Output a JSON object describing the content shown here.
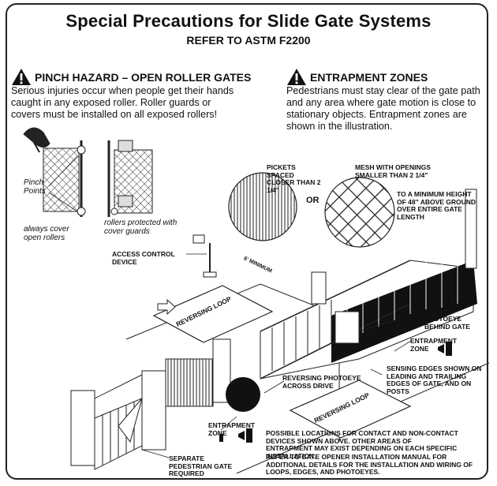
{
  "header": {
    "title": "Special Precautions for Slide Gate Systems",
    "subtitle": "REFER TO ASTM F2200"
  },
  "pinch": {
    "heading": "PINCH HAZARD – OPEN ROLLER GATES",
    "body": "Serious injuries occur when people get their hands caught in any exposed roller. Roller guards or covers must be installed on all exposed rollers!",
    "pinch_points": "Pinch Points",
    "caption_left": "always cover open rollers",
    "caption_right": "rollers protected with cover guards"
  },
  "entrapment": {
    "heading": "ENTRAPMENT ZONES",
    "body": "Pedestrians must stay clear of the gate path and any area where gate motion is close to stationary objects. Entrapment zones are shown in the illustration."
  },
  "labels": {
    "pickets": "PICKETS SPACED CLOSER THAN 2 1/4\"",
    "or": "OR",
    "mesh": "MESH WITH OPENINGS SMALLER THAN 2 1/4\"",
    "height": "TO A MINIMUM HEIGHT OF 48\" ABOVE GROUND OVER ENTIRE GATE LENGTH",
    "access": "ACCESS CONTROL DEVICE",
    "distance": "6' MINIMUM",
    "photoeye_behind": "PHOTOEYE BEHIND GATE",
    "entrapment_zone_right": "ENTRAPMENT ZONE",
    "sensing_edges": "SENSING EDGES SHOWN ON LEADING AND TRAILING EDGES OF GATE, AND ON POSTS",
    "reversing_loop_1": "REVERSING LOOP",
    "reversing_loop_2": "REVERSING LOOP",
    "reversing_photoeye": "REVERSING PHOTOEYE ACROSS DRIVE",
    "entrapment_zone_left": "ENTRAPMENT ZONE",
    "possible_locations": "POSSIBLE LOCATIONS FOR CONTACT AND NON-CONTACT DEVICES SHOWN ABOVE. OTHER AREAS OF ENTRAPMENT MAY EXIST DEPENDING ON EACH SPECIFIC INSTALLATION.",
    "refer_manual": "REFER TO GATE OPENER INSTALLATION MANUAL FOR ADDITIONAL DETAILS FOR THE INSTALLATION AND WIRING OF LOOPS, EDGES, AND PHOTOEYES.",
    "pedestrian_gate": "SEPARATE PEDESTRIAN GATE REQUIRED"
  }
}
